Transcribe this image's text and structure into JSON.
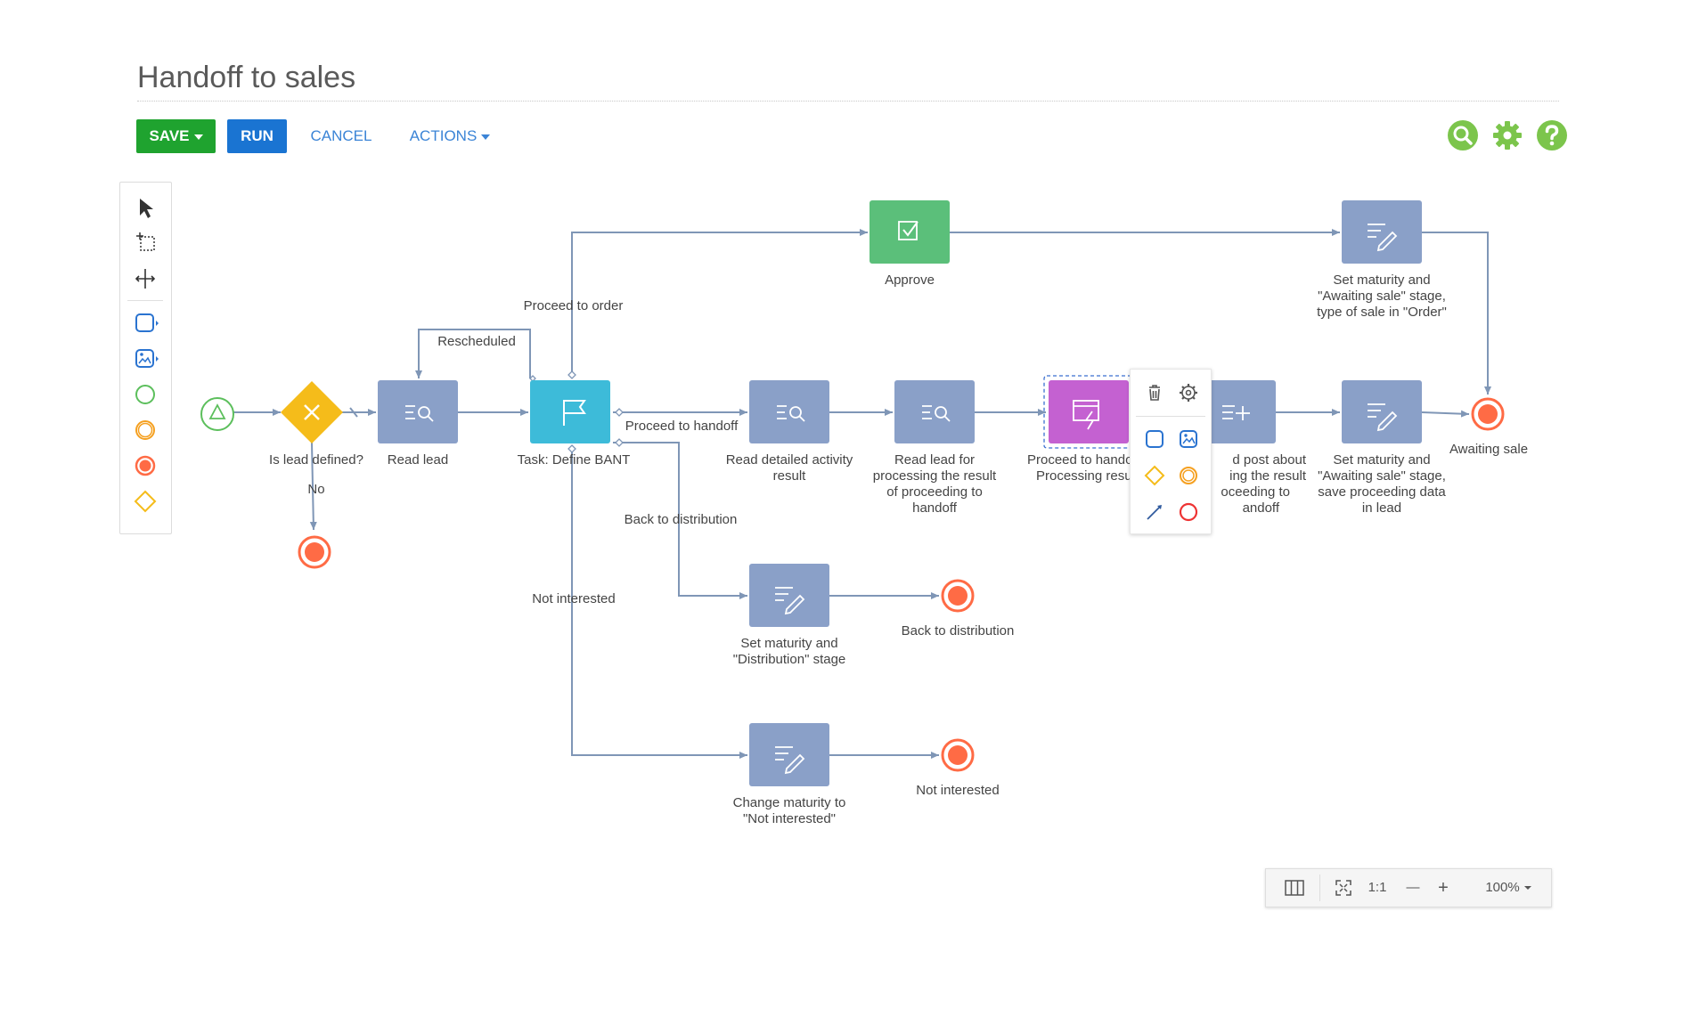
{
  "page": {
    "title": "Handoff to sales"
  },
  "toolbar": {
    "save_label": "SAVE",
    "run_label": "RUN",
    "cancel_label": "CANCEL",
    "actions_label": "ACTIONS"
  },
  "top_icons": [
    "search-icon",
    "gear-icon",
    "help-icon"
  ],
  "colors": {
    "green": "#1fa32f",
    "blue": "#1a74d2",
    "link": "#3b84d6",
    "task": "#8aa0c8",
    "teal": "#3dbbd9",
    "approve": "#5bbf7a",
    "purple": "#c461d1",
    "gateway": "#f5bc1a",
    "end": "#ff6b45",
    "start": "#5cbf5c",
    "edge": "#7f96b6"
  },
  "palette": [
    "pointer-tool",
    "lasso-tool",
    "space-tool",
    "task-element",
    "subprocess-element",
    "start-event-element",
    "intermediate-event-element",
    "end-event-element",
    "gateway-element"
  ],
  "diagram": {
    "gateway_label": "Is lead defined?",
    "read_lead": "Read lead",
    "define_bant": "Task: Define BANT",
    "approve": "Approve",
    "read_activity": [
      "Read detailed activity",
      "result"
    ],
    "read_for_processing": [
      "Read lead for",
      "processing the result",
      "of proceeding to",
      "handoff"
    ],
    "proceed_handoff_proc": [
      "Proceed to hando",
      "Processing resu"
    ],
    "feed_post": [
      "d post about",
      "ing the result",
      "oceeding to",
      "andoff"
    ],
    "set_maturity_lead": [
      "Set maturity and",
      "\"Awaiting sale\" stage,",
      "save proceeding data",
      "in lead"
    ],
    "set_maturity_order": [
      "Set maturity and",
      "\"Awaiting sale\" stage,",
      "type of sale in \"Order\""
    ],
    "set_distribution": [
      "Set maturity and",
      "\"Distribution\" stage"
    ],
    "change_not_interested": [
      "Change maturity to",
      "\"Not interested\""
    ],
    "end_awaiting": "Awaiting sale",
    "end_distribution": "Back to distribution",
    "end_not_interested": "Not interested",
    "flow_no": "No",
    "flow_rescheduled": "Rescheduled",
    "flow_proceed_order": "Proceed to order",
    "flow_proceed_handoff": "Proceed to handoff",
    "flow_back_distribution": "Back to distribution",
    "flow_not_interested": "Not interested"
  },
  "context_menu": [
    "delete-icon",
    "settings-icon",
    "task-element",
    "subprocess-element",
    "gateway-element",
    "intermediate-event-element",
    "connector-element",
    "end-event-element"
  ],
  "zoom": {
    "one_to_one": "1:1",
    "minus": "—",
    "plus": "+",
    "level": "100%"
  }
}
